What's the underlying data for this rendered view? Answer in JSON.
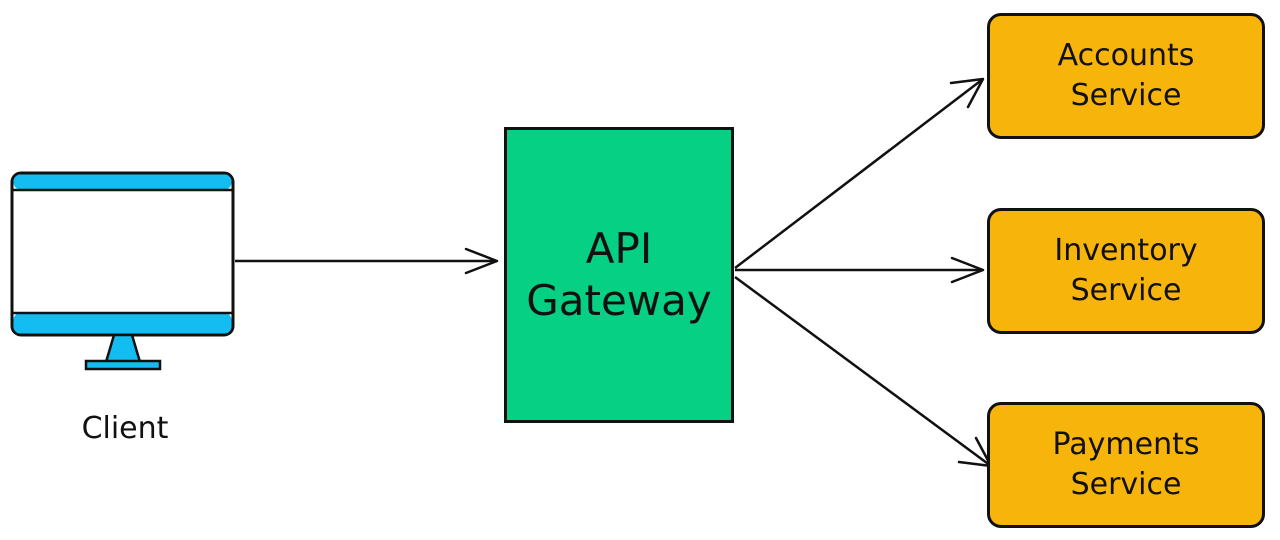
{
  "client": {
    "label": "Client",
    "screen_bar_color": "#13bdf2",
    "screen_color": "#ffffff"
  },
  "gateway": {
    "line1": "API",
    "line2": "Gateway",
    "color": "#05d084"
  },
  "services": [
    {
      "line1": "Accounts",
      "line2": "Service"
    },
    {
      "line1": "Inventory",
      "line2": "Service"
    },
    {
      "line1": "Payments",
      "line2": "Service"
    }
  ],
  "service_color": "#f7b40b",
  "connections": [
    {
      "from": "client",
      "to": "gateway"
    },
    {
      "from": "gateway",
      "to": "accounts-service"
    },
    {
      "from": "gateway",
      "to": "inventory-service"
    },
    {
      "from": "gateway",
      "to": "payments-service"
    }
  ]
}
